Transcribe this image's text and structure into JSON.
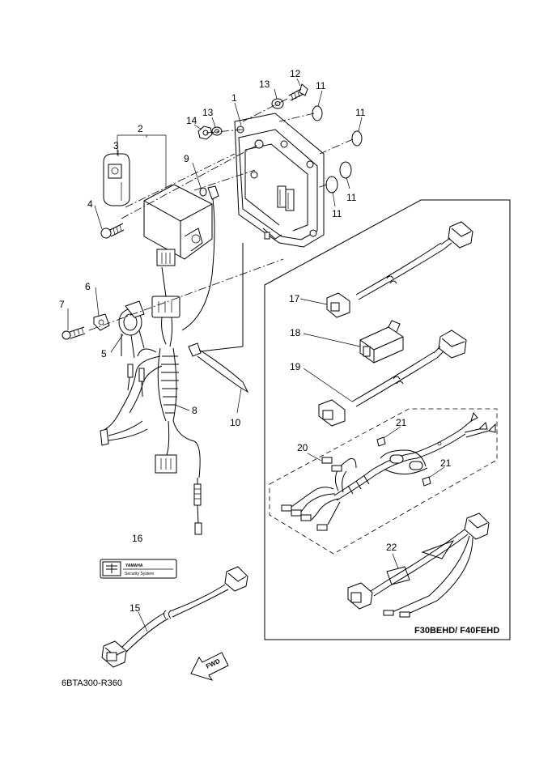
{
  "callouts": {
    "c1": "1",
    "c2": "2",
    "c3": "3",
    "c4": "4",
    "c5": "5",
    "c6": "6",
    "c7": "7",
    "c8": "8",
    "c9": "9",
    "c10": "10",
    "c11a": "11",
    "c11b": "11",
    "c11c": "11",
    "c11d": "11",
    "c12": "12",
    "c13a": "13",
    "c13b": "13",
    "c14": "14",
    "c15": "15",
    "c16": "16",
    "c17": "17",
    "c18": "18",
    "c19": "19",
    "c20": "20",
    "c21a": "21",
    "c21b": "21",
    "c22": "22"
  },
  "inset": {
    "label": "F30BEHD/ F40FEHD"
  },
  "label_16": {
    "brand": "YAMAHA",
    "line": "Security System"
  },
  "fwd": "FWD",
  "footer_code": "6BTA300-R360",
  "colors": {
    "ink": "#000000",
    "paper": "#ffffff"
  }
}
